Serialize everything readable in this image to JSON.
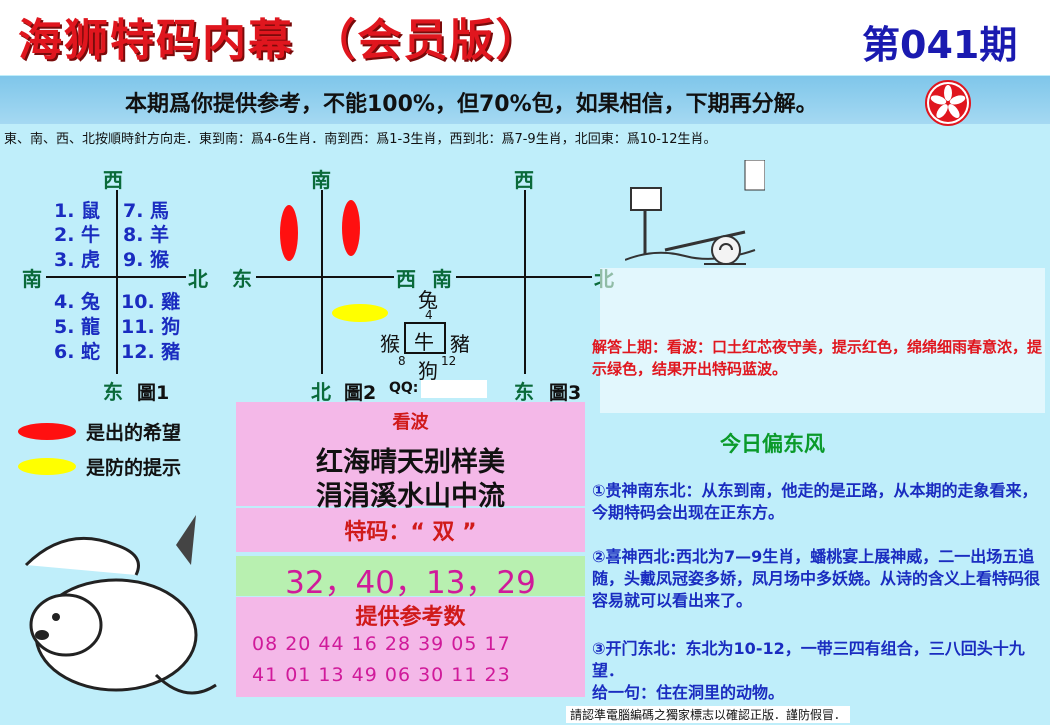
{
  "header": {
    "title": "海狮特码内幕 （会员版）",
    "issue": "第041期",
    "notice": "本期爲你提供参考，不能100%，但70%包，如果相信，下期再分解。",
    "directions": "東、南、西、北按順時針方向走．東到南：爲4-6生肖．南到西：爲1-3生肖，西到北：爲7-9生肖，北回東：爲10-12生肖。"
  },
  "figure1": {
    "top": "西",
    "left": "南",
    "right": "北",
    "bottom": "东",
    "label": "圖1",
    "left_column": [
      "1. 鼠",
      "2. 牛",
      "3. 虎",
      "4. 兔",
      "5. 龍",
      "6. 蛇"
    ],
    "right_column": [
      "7. 馬",
      "8. 羊",
      "9. 猴",
      "10. 雞",
      "11. 狗",
      "12. 豬"
    ]
  },
  "figure2": {
    "top": "南",
    "left": "东",
    "right": "西",
    "bottom": "北",
    "label": "圖2",
    "qq": "QQ:"
  },
  "figure3": {
    "top": "西",
    "left": "南",
    "right": "北",
    "bottom": "东",
    "label": "圖3"
  },
  "zodiac_cross": {
    "top": "兔",
    "top_num": "4",
    "left": "猴",
    "left_num": "8",
    "center": "牛",
    "right": "豬",
    "right_num": "12",
    "bottom": "狗"
  },
  "legend": {
    "red": "是出的希望",
    "yellow": "是防的提示"
  },
  "kanbo": {
    "title": "看波",
    "line1": "红海晴天别样美",
    "line2": "涓涓溪水山中流"
  },
  "tema": "特码：“ 双 ”",
  "main_numbers": "32，40，13，29",
  "reference": {
    "title": "提供参考数",
    "row1": "08 20 44 16 28 39 05 17",
    "row2": "41 01 13 49 06 30 11 23"
  },
  "answer": "解答上期：看波：口土红芯夜守美，提示红色，绵绵细雨春意浓，提示绿色，结果开出特码蓝波。",
  "today": "今日偏东风",
  "hints": [
    "①贵神南东北：从东到南，他走的是正路，从本期的走象看来，今期特码会出现在正东方。",
    "②喜神西北:西北为7—9生肖，蟠桃宴上展神威，二一出场五追随，头戴凤冠姿多娇，凤月场中多妖娆。从诗的含义上看特码很容易就可以看出来了。",
    "③开门东北：东北为10-12，一带三四有组合，三八回头十九望．",
    "给一句：住在洞里的动物。"
  ],
  "footer": "請認準電腦編碼之獨家標志以確認正版．謹防假冒．",
  "colors": {
    "red": "#e0161e",
    "blue": "#1a2cc0",
    "green": "#0a6a3a",
    "pink": "#f4b8e8"
  },
  "icons": [
    "hk-bauhinia-icon",
    "mailbox-icon",
    "dog-icon",
    "snail-icon"
  ]
}
